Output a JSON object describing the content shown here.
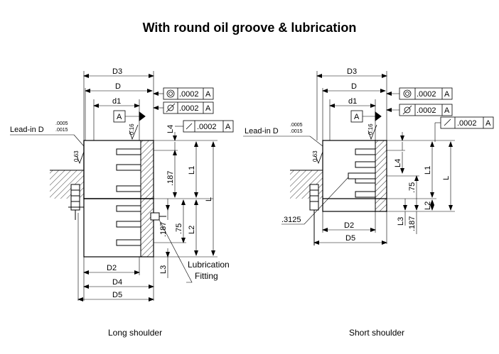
{
  "title": "With round oil groove & lubrication",
  "long": {
    "caption": "Long shoulder",
    "dims": {
      "D3": "D3",
      "D": "D",
      "d1": "d1",
      "D2": "D2",
      "D4": "D4",
      "D5": "D5",
      "L": "L",
      "L1": "L1",
      "L2": "L2",
      "L3": "L3",
      "L4": "L4",
      "d187": ".187",
      "d187b": ".187",
      "d75": ".75",
      "d016": "0.16",
      "d063": "0.63"
    },
    "leadin_label": "Lead-in D",
    "leadin_tol_upper": ".0005",
    "leadin_tol_lower": ".0015",
    "datum": "A",
    "fcf1": {
      "symbol": "concentricity",
      "value": ".0002",
      "datum": "A"
    },
    "fcf2": {
      "symbol": "cylindricity",
      "value": ".0002",
      "datum": "A"
    },
    "fcf3": {
      "symbol": "runout",
      "value": ".0002",
      "datum": "A"
    },
    "lub_line1": "Lubrication",
    "lub_line2": "Fitting"
  },
  "short": {
    "caption": "Short shoulder",
    "dims": {
      "D3": "D3",
      "D": "D",
      "d1": "d1",
      "D2": "D2",
      "D5": "D5",
      "L": "L",
      "L1": "L1",
      "L2": "L2",
      "L3": "L3",
      "L4": "L4",
      "d187": ".187",
      "d75": ".75",
      "d3125": ".3125",
      "d016": "0.16",
      "d063": "0.63"
    },
    "leadin_label": "Lead-in D",
    "leadin_tol_upper": ".0005",
    "leadin_tol_lower": ".0015",
    "datum": "A",
    "fcf1": {
      "symbol": "concentricity",
      "value": ".0002",
      "datum": "A"
    },
    "fcf2": {
      "symbol": "cylindricity",
      "value": ".0002",
      "datum": "A"
    },
    "fcf3": {
      "symbol": "runout",
      "value": ".0002",
      "datum": "A"
    }
  }
}
